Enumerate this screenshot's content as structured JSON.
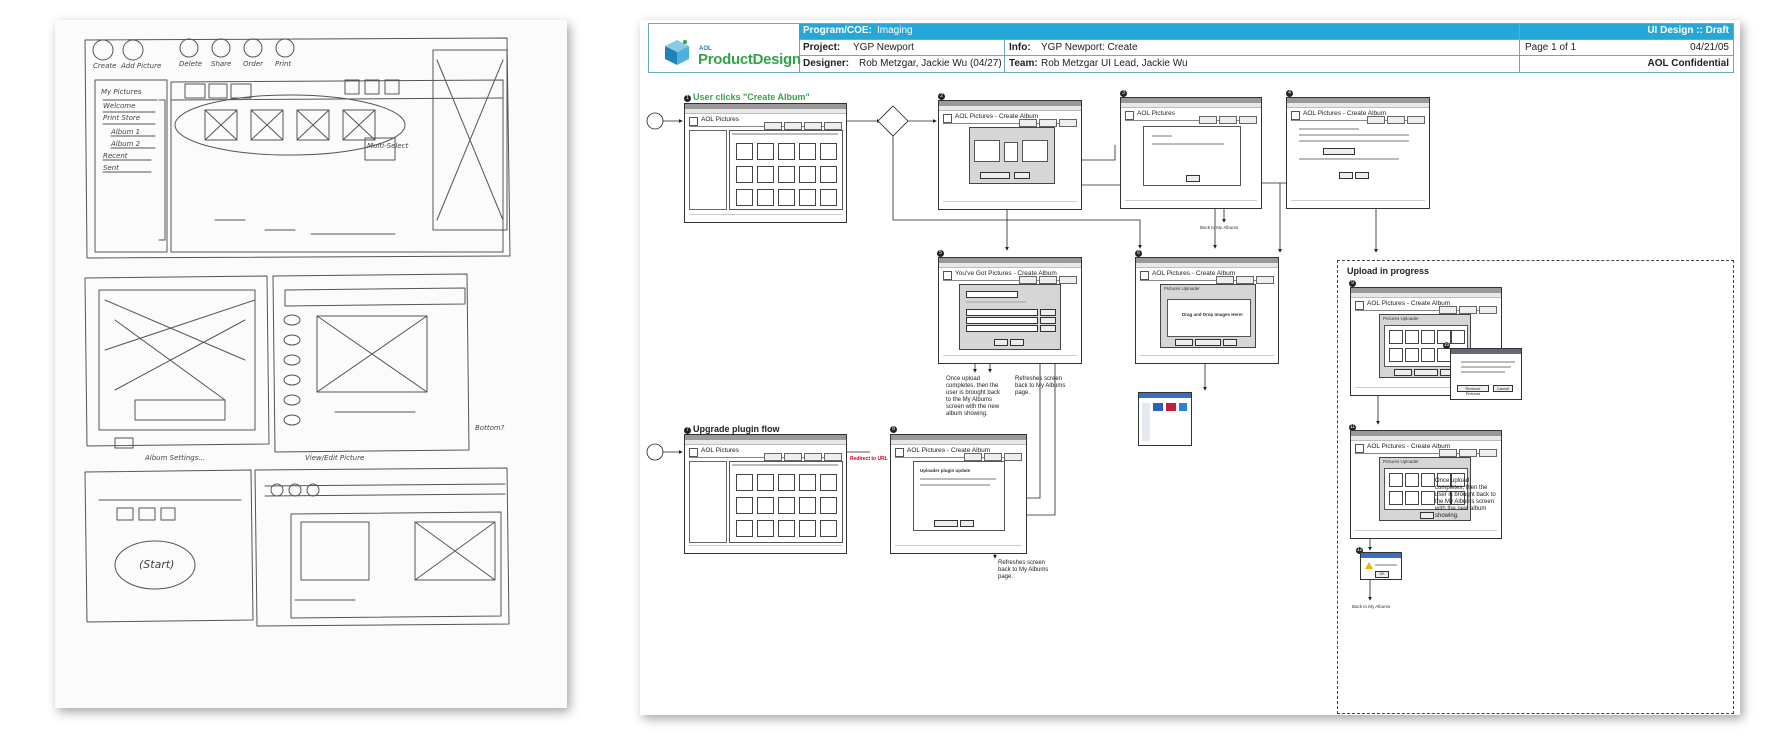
{
  "header": {
    "logo_small": "AOL",
    "logo_main": "ProductDesign",
    "program_label": "Program/COE:",
    "program_value": "Imaging",
    "status": "UI Design :: Draft",
    "project_label": "Project:",
    "project_value": "YGP Newport",
    "info_label": "Info:",
    "info_value": "YGP Newport: Create",
    "page": "Page 1 of 1",
    "date": "04/21/05",
    "designer_label": "Designer:",
    "designer_value": "Rob Metzgar, Jackie Wu (04/27)",
    "team_label": "Team:",
    "team_value": "Rob Metzgar UI Lead, Jackie Wu",
    "confidential": "AOL Confidential"
  },
  "flow": {
    "main_title": "User clicks \"Create Album\"",
    "upgrade_title": "Upgrade plugin flow",
    "upload_title": "Upload in progress",
    "app_title": "AOL Pictures",
    "create_album_title": "AOL Pictures - Create Album",
    "got_pictures_title": "You've Got Pictures - Create Album",
    "uploader_title": "Pictures Uploader",
    "upload_complete_note": "Once upload completes, then the user is brought back to the My Albums screen with the new album showing.",
    "refresh_note": "Refreshes screen back to My Albums page.",
    "back_note": "Back to My Albums",
    "redirect_note": "Redirect to URL",
    "plugin_update": "Uploader plugin update",
    "drag_drop": "Drag and Drop Images Here!",
    "remove_pictures_btn": "Remove Pictures",
    "cancel_btn": "Cancel",
    "ok_btn": "OK"
  },
  "sketch": {
    "labels": [
      "Create",
      "Add Picture",
      "Delete",
      "Share",
      "Order",
      "Print",
      "My Pictures",
      "Welcome",
      "Print Store",
      "Album 1",
      "Album 2",
      "Recent",
      "Sent",
      "Multi-Select",
      "Album Settings...",
      "View/Edit Picture",
      "(Start)",
      "Bottom?"
    ]
  },
  "colors": {
    "header_cyan": "#25a8d8",
    "logo_green": "#35a24a",
    "step_green": "#3aa14a",
    "redirect_red": "#d0021b"
  }
}
